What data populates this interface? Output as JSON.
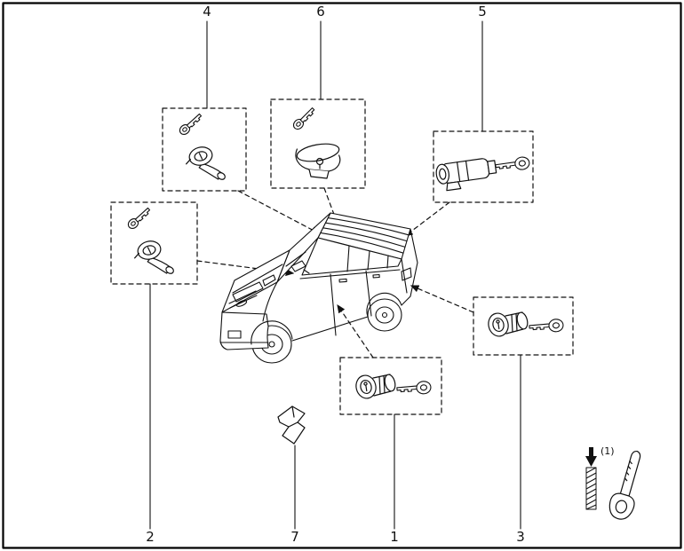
{
  "canvas": {
    "background": "#ffffff",
    "line_color": "#111111",
    "border_color": "#000000"
  },
  "callouts": {
    "c1": {
      "label": "1"
    },
    "c2": {
      "label": "2"
    },
    "c3": {
      "label": "3"
    },
    "c4": {
      "label": "4"
    },
    "c5": {
      "label": "5"
    },
    "c6": {
      "label": "6"
    },
    "c7": {
      "label": "7"
    }
  },
  "key_detail": {
    "label": "(1)"
  },
  "figures": {
    "vehicle": "station-wagon-line-art",
    "part_1": "door-lock-barrel-with-key",
    "part_2": "door-lock-cylinder-with-key",
    "part_3": "tailgate-lock-barrel-with-key",
    "part_4": "door-lock-cylinder-with-key",
    "part_5": "ignition-lock-barrel-with-key",
    "part_6": "roof-lock-cylinder-cap-with-key",
    "part_7": "lock-retaining-clip",
    "key_legend": "key-with-coded-section"
  }
}
